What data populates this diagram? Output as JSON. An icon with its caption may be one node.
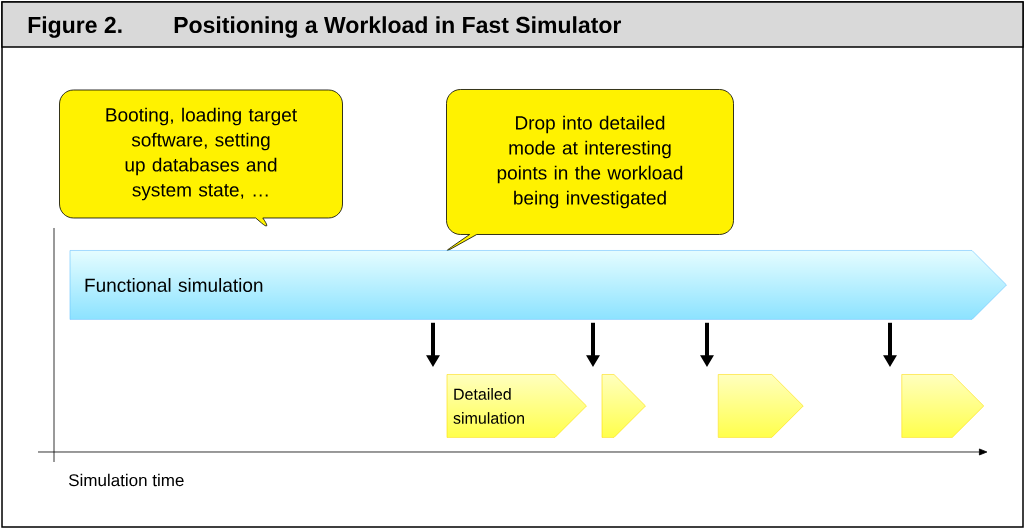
{
  "diagram": {
    "title": "Positioning a Workload in Fast Simulator",
    "nodes": [
      {
        "text": [
          "Booting, loading target software, setting up databases and system state, …"
        ]
      },
      {
        "text": [
          "Drop into detailed mode at interesting points in the workload being investigated"
        ]
      },
      {
        "text": [
          "Functional simulation"
        ]
      },
      {
        "text": [
          "Detailed simulation"
        ]
      },
      {
        "text": [],
        "shape": "chevron"
      },
      {
        "text": [],
        "shape": "chevron"
      },
      {
        "text": [],
        "shape": "chevron"
      }
    ],
    "edges": [
      {
        "from": 2,
        "to": 3,
        "arrow": "to"
      },
      {
        "from": 2,
        "to": 4,
        "arrow": "to"
      },
      {
        "from": 2,
        "to": 5,
        "arrow": "to"
      },
      {
        "from": 2,
        "to": 6,
        "arrow": "to"
      }
    ],
    "labels": [
      "Figure 2.",
      "Simulation time"
    ]
  }
}
